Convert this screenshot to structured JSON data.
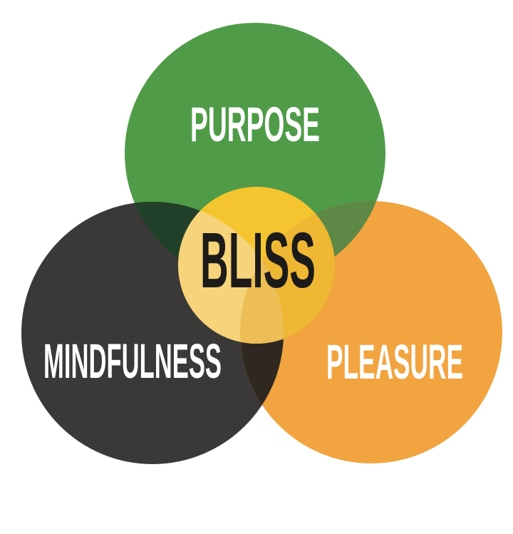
{
  "diagram": {
    "type": "venn-3-circle",
    "background": "#ffffff",
    "circles": [
      {
        "id": "purpose",
        "label": "PURPOSE",
        "color": "#4f9b47",
        "text_color": "#ffffff",
        "position": "top"
      },
      {
        "id": "mindfulness",
        "label": "MINDFULNESS",
        "color": "#3a3937",
        "text_color": "#ffffff",
        "position": "bottom-left"
      },
      {
        "id": "pleasure",
        "label": "PLEASURE",
        "color": "#f1a440",
        "text_color": "#ffffff",
        "position": "bottom-right"
      }
    ],
    "center": {
      "label": "BLISS",
      "color": "#f5c52f",
      "text_color": "#1c1b19",
      "highlight_shade": "#f8d78e",
      "warm_shade": "#e8ac39"
    },
    "overlaps": {
      "purpose_mindfulness": "#20402a",
      "purpose_pleasure": "#5e8845",
      "mindfulness_pleasure": "#2e2820"
    }
  }
}
